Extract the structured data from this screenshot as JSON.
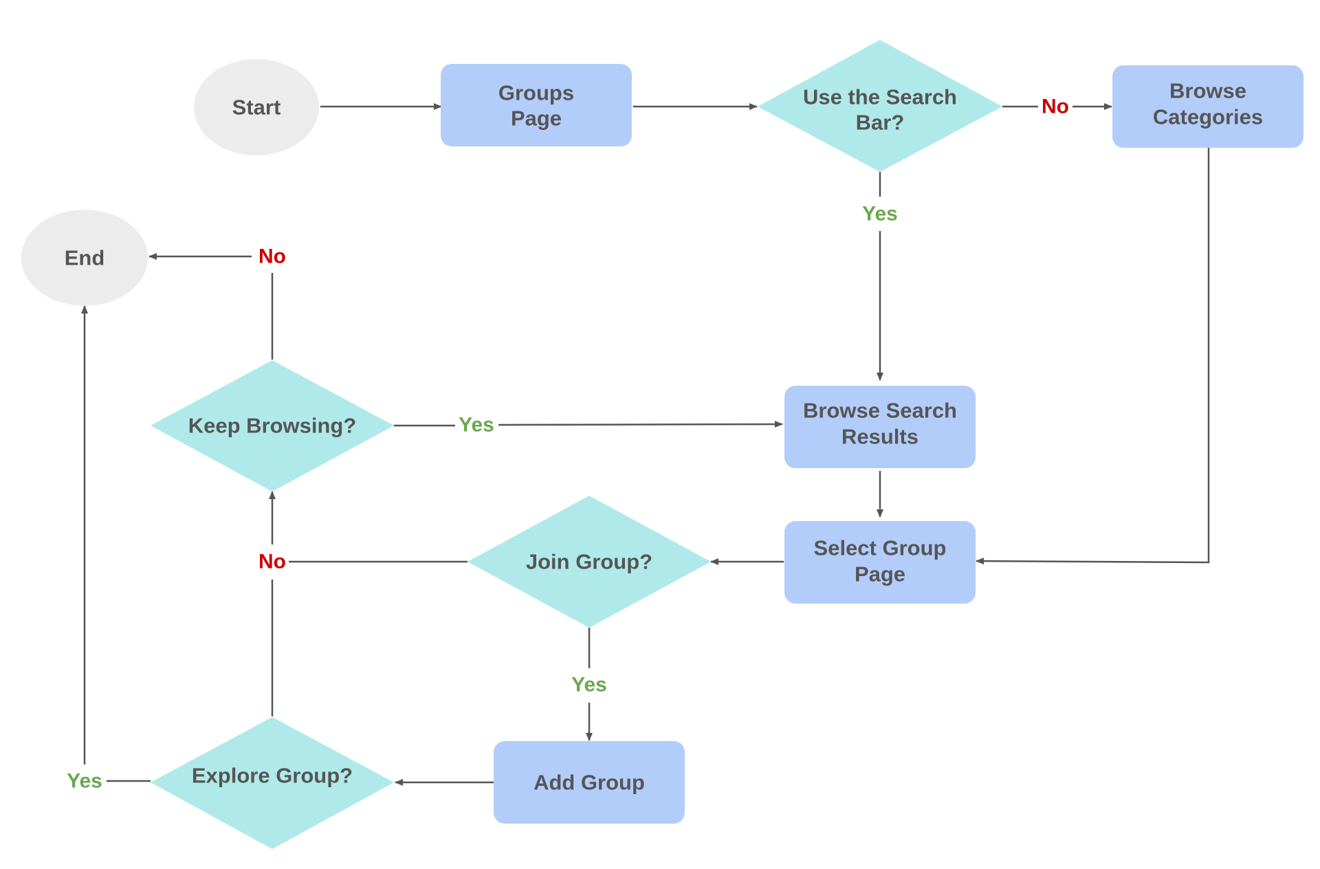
{
  "colors": {
    "terminal_fill": "#ececec",
    "process_fill": "#b3cdfa",
    "decision_fill": "#b0e9e9",
    "text": "#555555",
    "line": "#555555",
    "yes_label": "#6aa84f",
    "no_label": "#cc0000"
  },
  "nodes": {
    "start": {
      "label": [
        "Start"
      ]
    },
    "groups_page": {
      "label": [
        "Groups",
        "Page"
      ]
    },
    "use_search_bar": {
      "label": [
        "Use the Search",
        "Bar?"
      ]
    },
    "browse_categories": {
      "label": [
        "Browse",
        "Categories"
      ]
    },
    "end": {
      "label": [
        "End"
      ]
    },
    "keep_browsing": {
      "label": [
        "Keep Browsing?"
      ]
    },
    "browse_search_results": {
      "label": [
        "Browse Search",
        "Results"
      ]
    },
    "join_group": {
      "label": [
        "Join Group?"
      ]
    },
    "select_group_page": {
      "label": [
        "Select Group",
        "Page"
      ]
    },
    "explore_group": {
      "label": [
        "Explore Group?"
      ]
    },
    "add_group": {
      "label": [
        "Add Group"
      ]
    }
  },
  "edge_labels": {
    "search_no": "No",
    "search_yes": "Yes",
    "keep_browsing_no": "No",
    "keep_browsing_yes": "Yes",
    "join_no": "No",
    "join_yes": "Yes",
    "explore_yes": "Yes"
  }
}
